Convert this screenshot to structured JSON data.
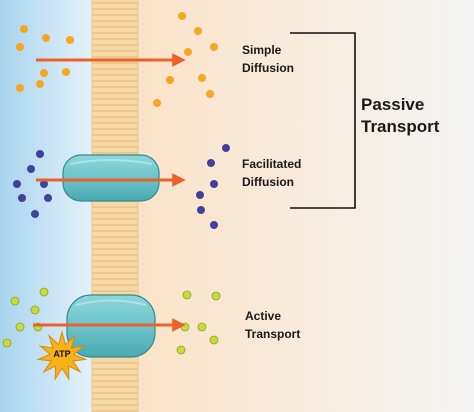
{
  "labels": {
    "simple_line1": "Simple",
    "simple_line2": "Diffusion",
    "facilitated_line1": "Facilitated",
    "facilitated_line2": "Diffusion",
    "active_line1": "Active",
    "active_line2": "Transport",
    "passive_line1": "Passive",
    "passive_line2": "Transport",
    "atp": "ATP"
  },
  "colors": {
    "outside_gradient_start": "#a8d4ef",
    "outside_gradient_end": "#e4f1fa",
    "inside_gradient_start": "#fbe3c8",
    "inside_gradient_end": "#f4f4f4",
    "membrane_fill": "#f6d9a6",
    "membrane_lines": "#e6bd84",
    "protein_fill": "#6cc4ca",
    "protein_stroke": "#2f8c92",
    "arrow": "#e8622a",
    "orange_molecule": "#f7a623",
    "purple_molecule": "#41409a",
    "green_molecule": "#c6dc3a",
    "atp_star": "#f7b21a",
    "bracket": "#111111"
  },
  "icons": {
    "atp": "atp-starburst-icon",
    "arrow": "right-arrow-icon"
  }
}
